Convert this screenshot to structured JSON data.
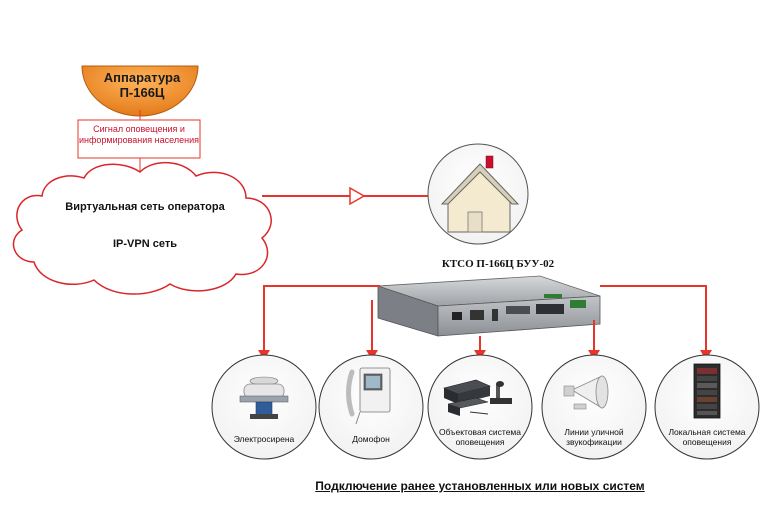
{
  "equipment": {
    "title": "Аппаратура П-166Ц"
  },
  "signal": {
    "text": "Сигнал оповещения и информирования населения"
  },
  "cloud": {
    "line1": "Виртуальная сеть оператора",
    "line2": "IP-VPN сеть"
  },
  "device": {
    "title": "КТСО П-166Ц БУУ-02"
  },
  "endpoints": [
    {
      "label": "Электросирена",
      "icon": "siren-icon"
    },
    {
      "label": "Домофон",
      "icon": "intercom-icon"
    },
    {
      "label": "Объектовая система оповещения",
      "icon": "audio-system-icon"
    },
    {
      "label": "Линии уличной звукофикации",
      "icon": "horn-speaker-icon"
    },
    {
      "label": "Локальная система оповещения",
      "icon": "rack-icon"
    }
  ],
  "footer": {
    "text": "Подключение ранее установленных или новых систем"
  },
  "colors": {
    "accent": "#e8342b",
    "orange": "#f08a24",
    "cloud_border": "#d9262b"
  }
}
